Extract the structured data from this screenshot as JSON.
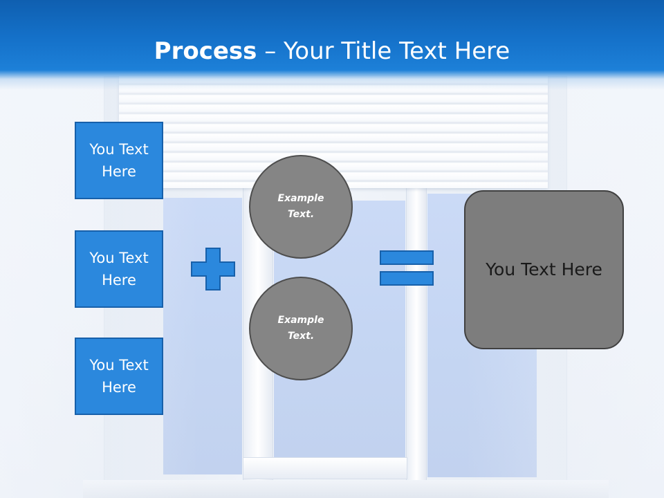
{
  "header": {
    "title_bold": "Process",
    "title_separator": " – ",
    "title_rest": "Your Title Text Here"
  },
  "left_boxes": [
    {
      "label": "You Text Here"
    },
    {
      "label": "You Text Here"
    },
    {
      "label": "You Text Here"
    }
  ],
  "circles": [
    {
      "label": "Example Text."
    },
    {
      "label": "Example Text."
    }
  ],
  "result": {
    "label": "You Text Here"
  },
  "colors": {
    "header_blue": "#1470c8",
    "box_blue": "#2b88dd",
    "box_border": "#1760aa",
    "circle_gray": "#858585",
    "result_gray": "#7d7d7d"
  },
  "icons": {
    "operator_plus": "plus-icon",
    "operator_equals": "equals-icon"
  }
}
